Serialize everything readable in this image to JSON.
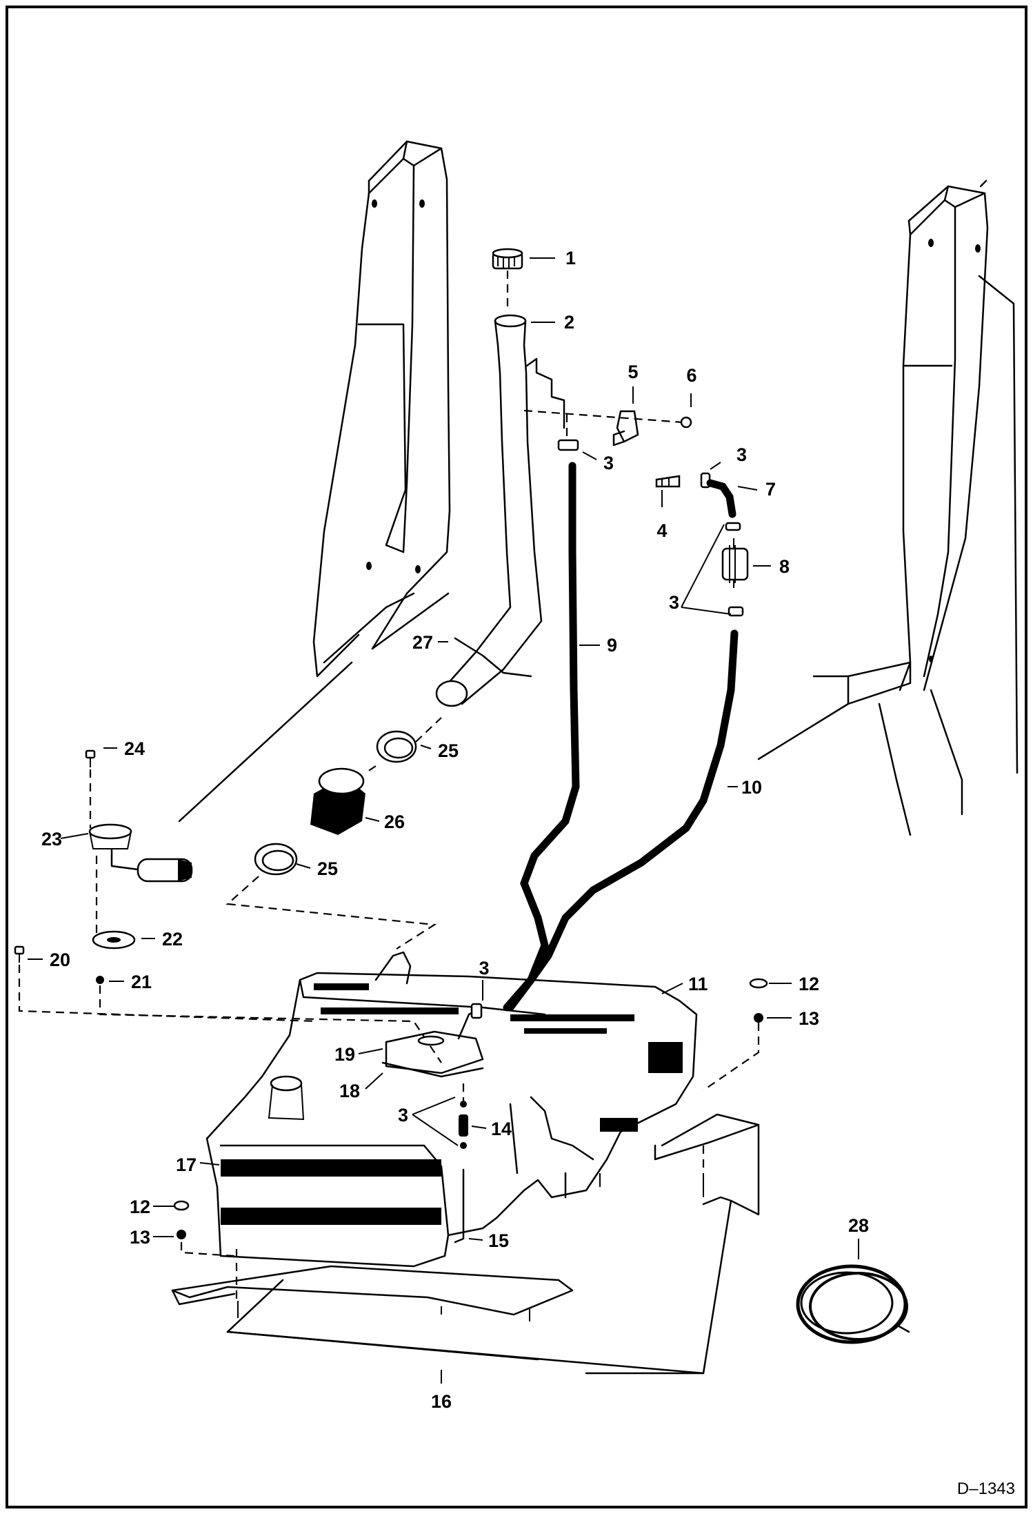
{
  "diagram": {
    "drawing_code": "D–1343",
    "callouts": [
      {
        "id": "c1",
        "text": "1"
      },
      {
        "id": "c2",
        "text": "2"
      },
      {
        "id": "c3a",
        "text": "3"
      },
      {
        "id": "c3b",
        "text": "3"
      },
      {
        "id": "c3c",
        "text": "3"
      },
      {
        "id": "c3d",
        "text": "3"
      },
      {
        "id": "c3e",
        "text": "3"
      },
      {
        "id": "c4",
        "text": "4"
      },
      {
        "id": "c5",
        "text": "5"
      },
      {
        "id": "c6",
        "text": "6"
      },
      {
        "id": "c7",
        "text": "7"
      },
      {
        "id": "c8",
        "text": "8"
      },
      {
        "id": "c9",
        "text": "9"
      },
      {
        "id": "c10",
        "text": "10"
      },
      {
        "id": "c11",
        "text": "11"
      },
      {
        "id": "c12a",
        "text": "12"
      },
      {
        "id": "c12b",
        "text": "12"
      },
      {
        "id": "c13a",
        "text": "13"
      },
      {
        "id": "c13b",
        "text": "13"
      },
      {
        "id": "c14",
        "text": "14"
      },
      {
        "id": "c15",
        "text": "15"
      },
      {
        "id": "c16",
        "text": "16"
      },
      {
        "id": "c17",
        "text": "17"
      },
      {
        "id": "c18",
        "text": "18"
      },
      {
        "id": "c19",
        "text": "19"
      },
      {
        "id": "c20",
        "text": "20"
      },
      {
        "id": "c21",
        "text": "21"
      },
      {
        "id": "c22",
        "text": "22"
      },
      {
        "id": "c23",
        "text": "23"
      },
      {
        "id": "c24",
        "text": "24"
      },
      {
        "id": "c25a",
        "text": "25"
      },
      {
        "id": "c25b",
        "text": "25"
      },
      {
        "id": "c26",
        "text": "26"
      },
      {
        "id": "c27",
        "text": "27"
      },
      {
        "id": "c28",
        "text": "28"
      }
    ]
  }
}
